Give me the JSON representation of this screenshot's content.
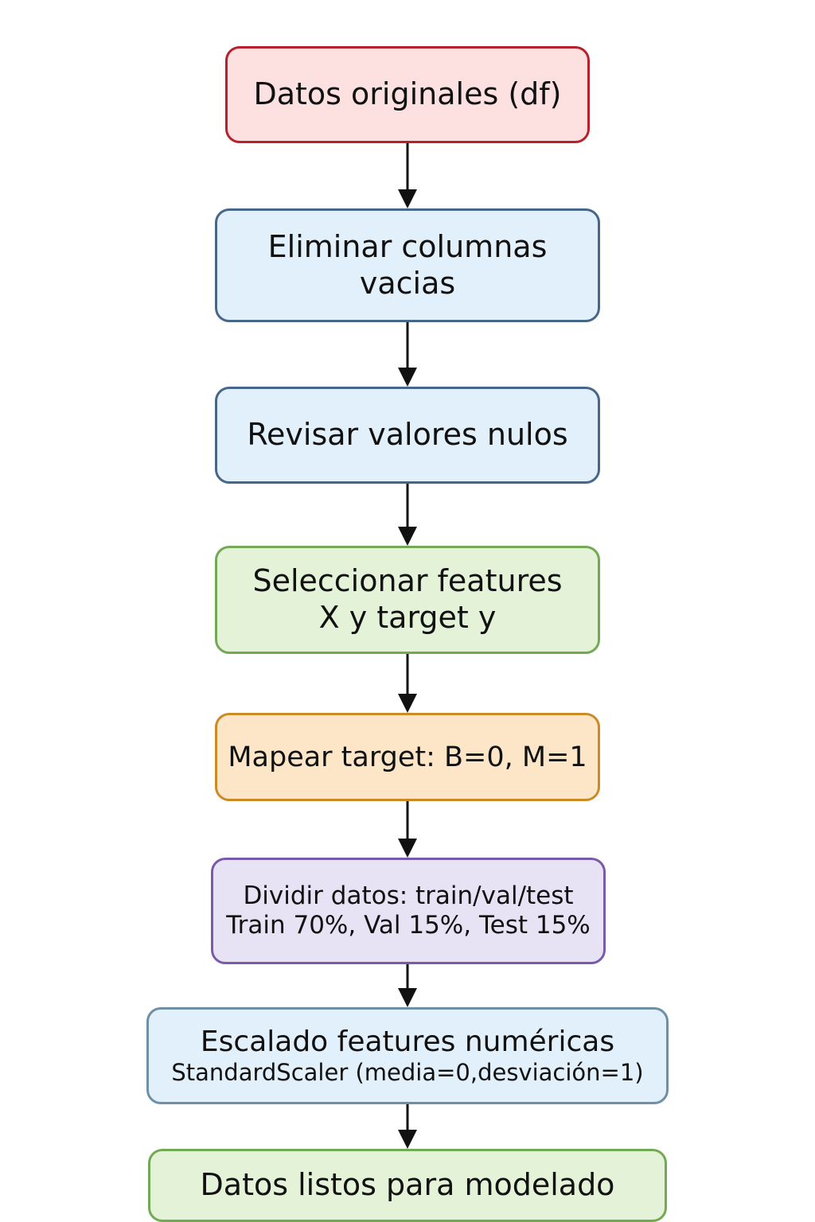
{
  "nodes": [
    {
      "id": "datos-originales",
      "lines": [
        "Datos originales (df)"
      ]
    },
    {
      "id": "eliminar-columnas",
      "lines": [
        "Eliminar columnas",
        "vacias"
      ]
    },
    {
      "id": "revisar-nulos",
      "lines": [
        "Revisar valores nulos"
      ]
    },
    {
      "id": "seleccionar-features",
      "lines": [
        "Seleccionar features",
        "X y target y"
      ]
    },
    {
      "id": "mapear-target",
      "lines": [
        "Mapear target: B=0, M=1"
      ]
    },
    {
      "id": "dividir-datos",
      "lines": [
        "Dividir datos: train/val/test",
        "Train 70%, Val 15%, Test 15%"
      ]
    },
    {
      "id": "escalado",
      "lines": [
        "Escalado features numéricas",
        "StandardScaler (media=0,desviación=1)"
      ]
    },
    {
      "id": "datos-listos",
      "lines": [
        "Datos listos para modelado"
      ]
    }
  ],
  "colors": {
    "red_fill": "#fde0e0",
    "red_border": "#b8202b",
    "blue_fill": "#e1f0fb",
    "blue_border": "#46678a",
    "green_fill": "#e4f2d8",
    "green_border": "#73a955",
    "orange_fill": "#fde5c8",
    "orange_border": "#cc8a26",
    "purple_fill": "#e8e2f5",
    "purple_border": "#7a5aaa",
    "arrow": "#111111"
  }
}
